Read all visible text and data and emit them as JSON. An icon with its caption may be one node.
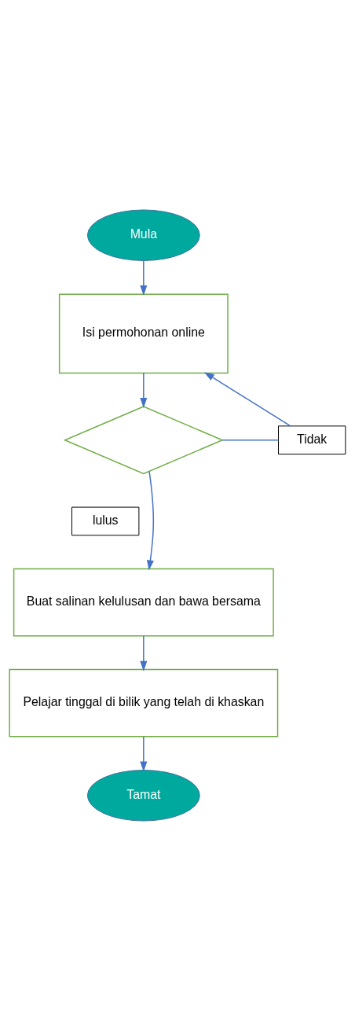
{
  "diagram": {
    "nodes": [
      {
        "text": [
          "Mula"
        ]
      },
      {
        "text": [
          "Isi permohonan online"
        ]
      },
      {
        "text": [],
        "shape": "diamond"
      },
      {
        "text": [
          "Tidak"
        ]
      },
      {
        "text": [
          "lulus"
        ]
      },
      {
        "text": [
          "Buat salinan kelulusan dan bawa bersama"
        ]
      },
      {
        "text": [
          "Pelajar tinggal di bilik yang telah di khaskan"
        ]
      },
      {
        "text": [
          "Tamat"
        ]
      }
    ],
    "edges": [
      {
        "from": 0,
        "to": 1,
        "arrow": "to"
      },
      {
        "from": 1,
        "to": 2,
        "arrow": "to"
      },
      {
        "from": 2,
        "to": 3,
        "arrow": "none"
      },
      {
        "from": 3,
        "to": 1,
        "arrow": "to"
      },
      {
        "from": 2,
        "to": 5,
        "arrow": "to"
      },
      {
        "from": 5,
        "to": 6,
        "arrow": "to"
      },
      {
        "from": 6,
        "to": 7,
        "arrow": "to"
      }
    ]
  }
}
